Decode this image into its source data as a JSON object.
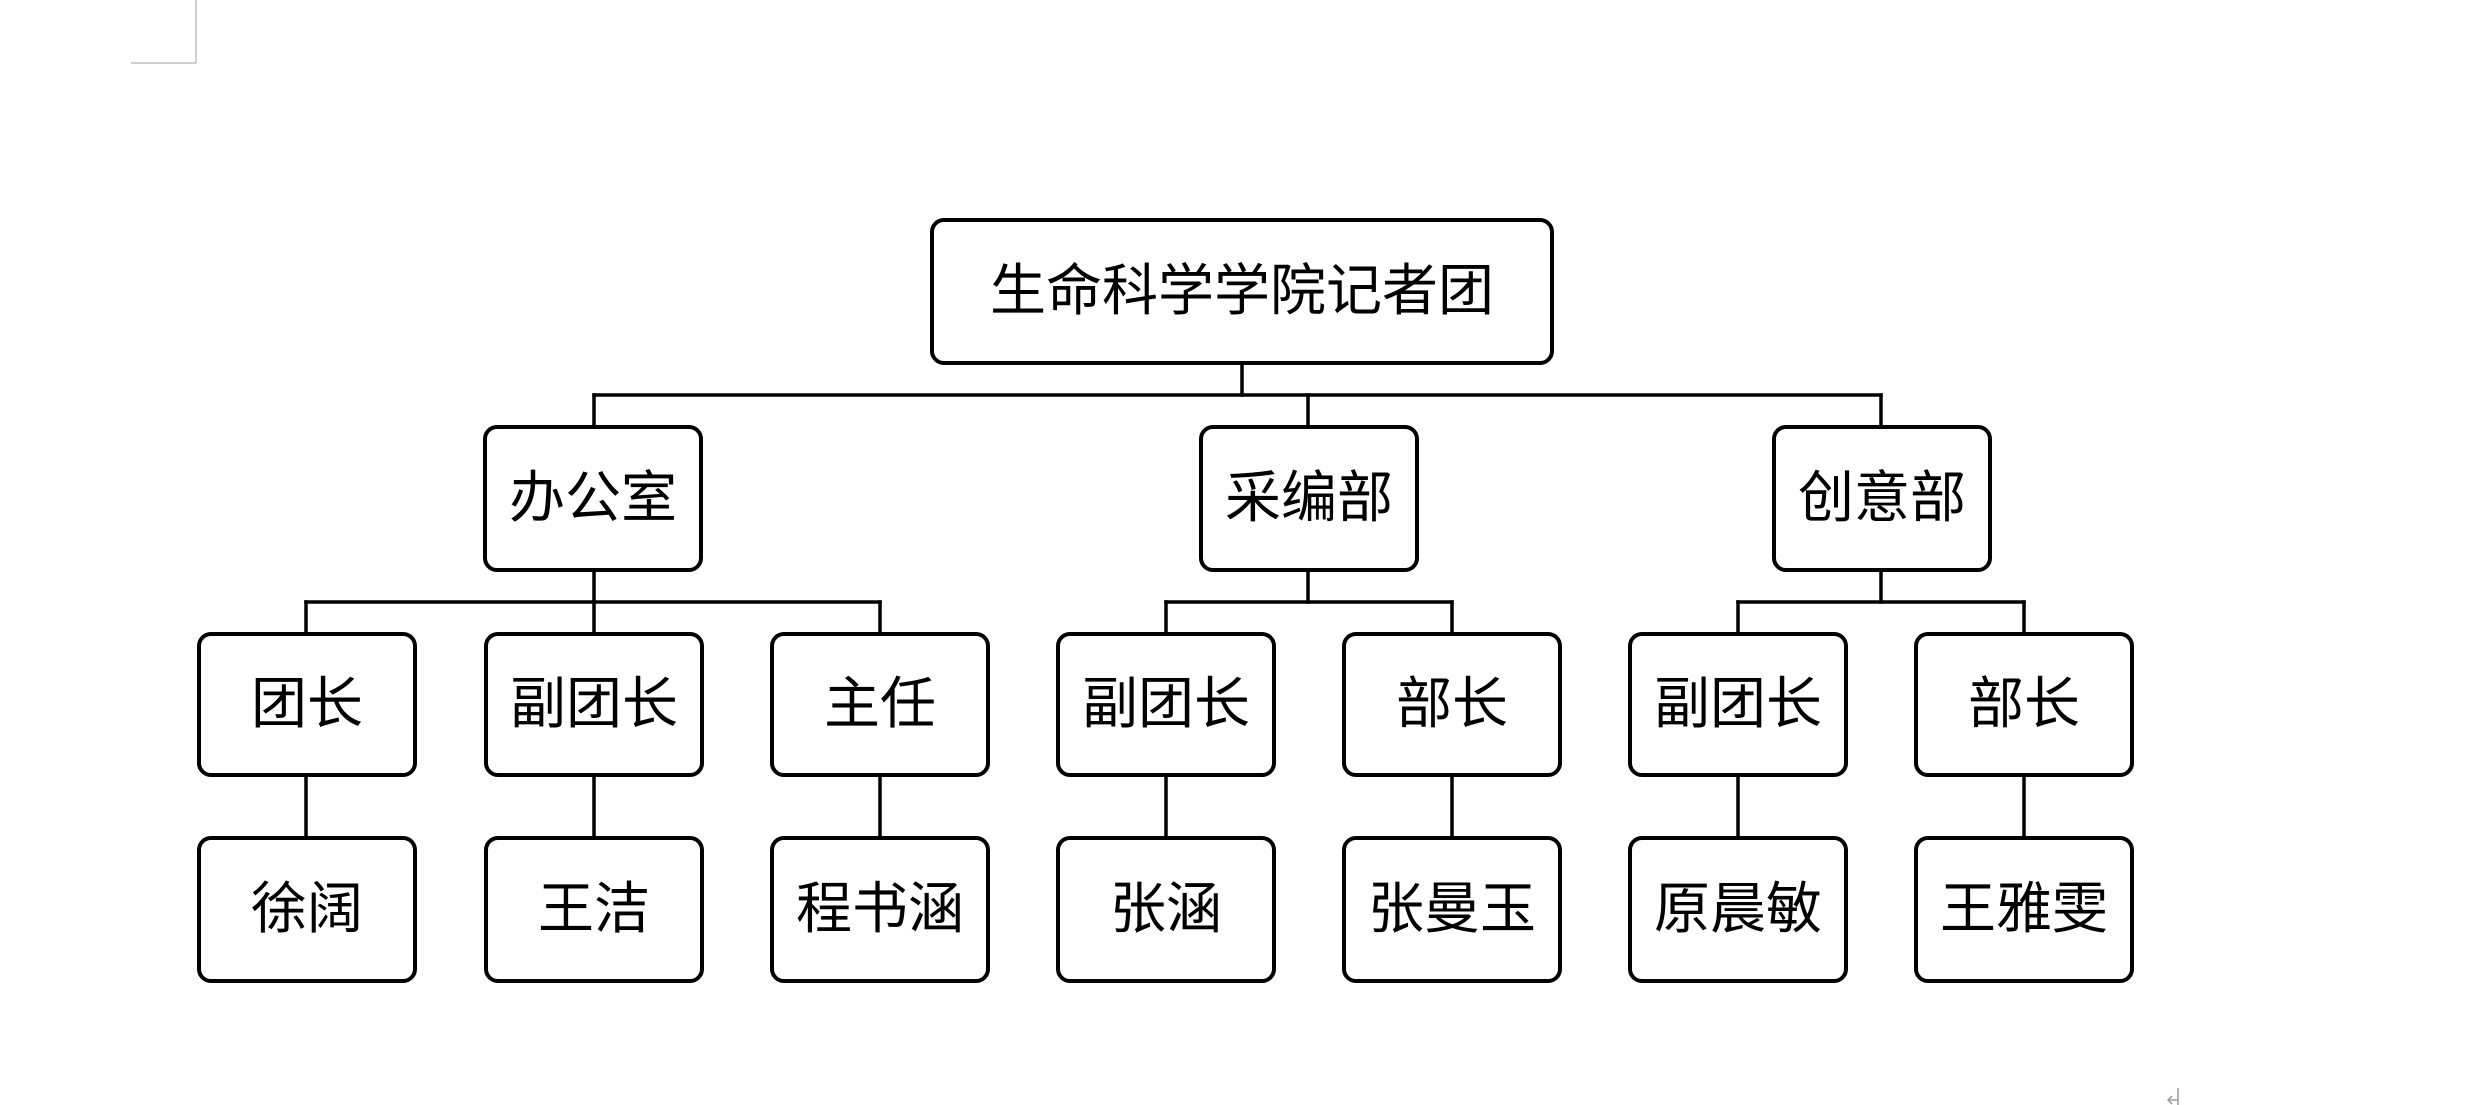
{
  "org": {
    "title": "生命科学学院记者团",
    "departments": [
      {
        "name": "办公室",
        "roles": [
          {
            "title": "团长",
            "person": "徐阔"
          },
          {
            "title": "副团长",
            "person": "王洁"
          },
          {
            "title": "主任",
            "person": "程书涵"
          }
        ]
      },
      {
        "name": "采编部",
        "roles": [
          {
            "title": "副团长",
            "person": "张涵"
          },
          {
            "title": "部长",
            "person": "张曼玉"
          }
        ]
      },
      {
        "name": "创意部",
        "roles": [
          {
            "title": "副团长",
            "person": "原晨敏"
          },
          {
            "title": "部长",
            "person": "王雅雯"
          }
        ]
      }
    ]
  },
  "colors": {
    "background": "#ffffff",
    "box_border": "#000000",
    "connector": "#000000",
    "margin_mark": "#c0c0c0"
  },
  "icons": {
    "page_corner": "margin-corner-icon",
    "paragraph": "paragraph-mark-icon"
  }
}
